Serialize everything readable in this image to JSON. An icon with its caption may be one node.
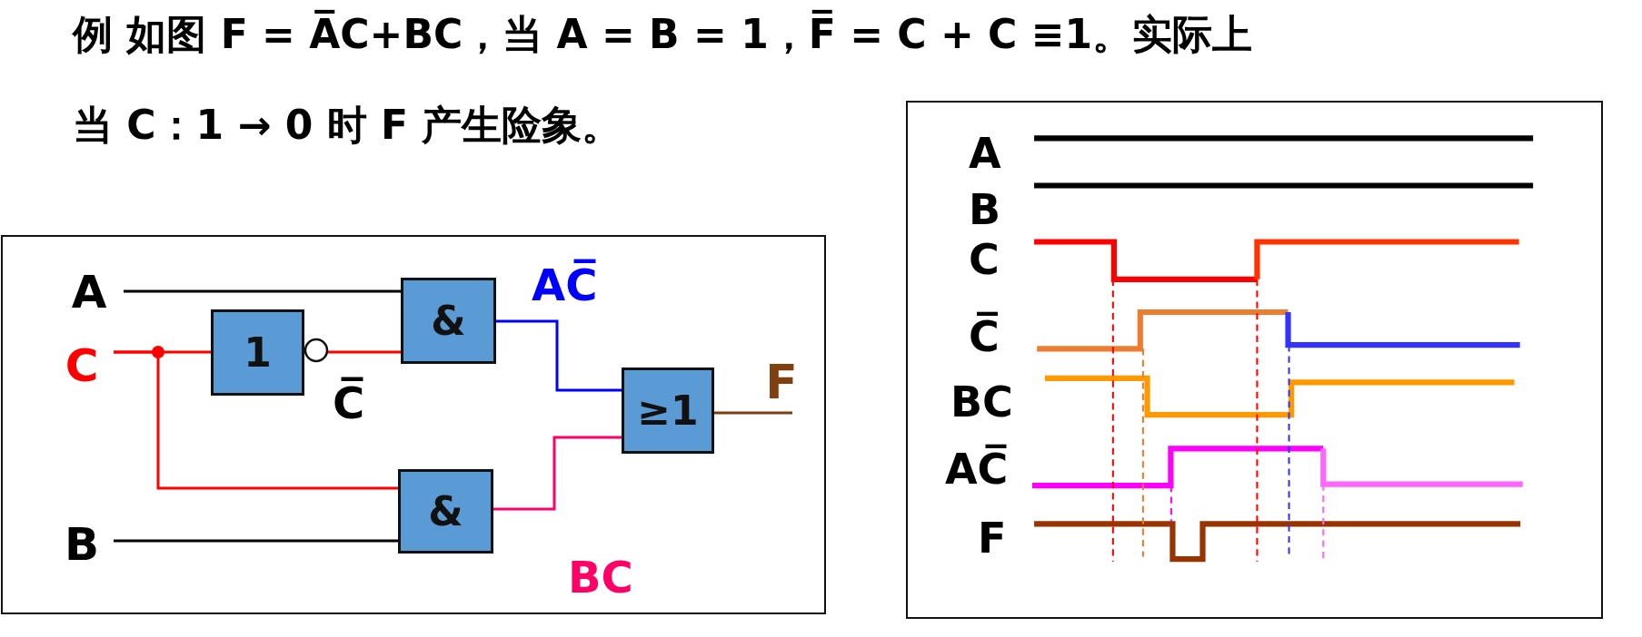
{
  "diagram": {
    "nodes": [
      {
        "text": [
          "A"
        ]
      },
      {
        "text": [
          "C"
        ]
      },
      {
        "text": [
          "B"
        ]
      },
      {
        "text": [
          "1"
        ]
      },
      {
        "text": [
          "&"
        ]
      },
      {
        "text": [
          "&"
        ]
      },
      {
        "text": [
          "≥1"
        ]
      },
      {
        "text": [
          "F"
        ]
      }
    ],
    "edges": [
      {
        "from": 0,
        "to": 4,
        "arrow": "none",
        "color": "#000000"
      },
      {
        "from": 1,
        "to": 3,
        "arrow": "none"
      },
      {
        "from": 1,
        "to": 5,
        "arrow": "none"
      },
      {
        "from": 3,
        "to": 4,
        "arrow": "none",
        "label": "C̅"
      },
      {
        "from": 4,
        "to": 6,
        "arrow": "none",
        "color": "#0000ff",
        "label": "AC̅"
      },
      {
        "from": 5,
        "to": 6,
        "arrow": "none",
        "color": "#ff0066",
        "label": "BC"
      },
      {
        "from": 2,
        "to": 5,
        "arrow": "none",
        "color": "#000000"
      },
      {
        "from": 6,
        "to": 7,
        "arrow": "none",
        "color": "#7f3f0f"
      }
    ],
    "labels": [
      "例 如图 F = A̅C+BC，当 A = B = 1，F̅ = C + C ≡1。实际上",
      "当 C：1 → 0 时 F 产生险象。",
      "A",
      "B",
      "C",
      "C̅",
      "BC",
      "AC̅",
      "F"
    ]
  }
}
